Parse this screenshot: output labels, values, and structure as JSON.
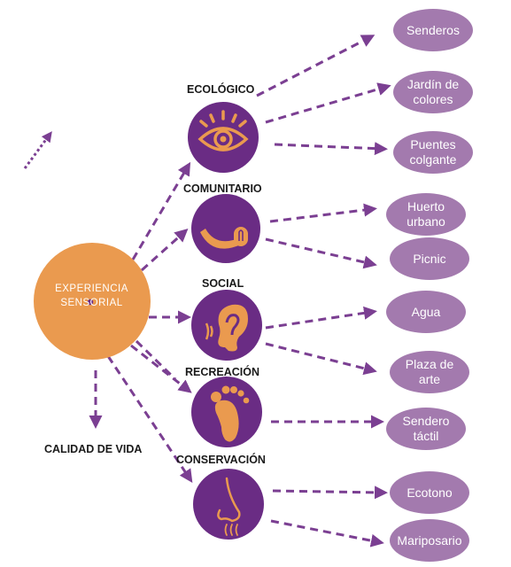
{
  "colors": {
    "purple": "#6a2c84",
    "orange": "#ea9a4f",
    "leaf": "#a37aae",
    "arrow": "#7b3f92"
  },
  "center": {
    "label": "EXPERIENCIA\nSENSORIAL"
  },
  "quality_label": "CALIDAD DE VIDA",
  "categories": [
    {
      "label": "ECOLÓGICO",
      "icon": "eye-icon"
    },
    {
      "label": "COMUNITARIO",
      "icon": "tongue-icon"
    },
    {
      "label": "SOCIAL",
      "icon": "ear-icon"
    },
    {
      "label": "RECREACIÓN",
      "icon": "foot-icon"
    },
    {
      "label": "CONSERVACIÓN",
      "icon": "nose-icon"
    }
  ],
  "leaves": [
    "Senderos",
    "Jardín de\ncolores",
    "Puentes\ncolgante",
    "Huerto\nurbano",
    "Picnic",
    "Agua",
    "Plaza de\narte",
    "Sendero\ntáctil",
    "Ecotono",
    "Mariposario"
  ]
}
